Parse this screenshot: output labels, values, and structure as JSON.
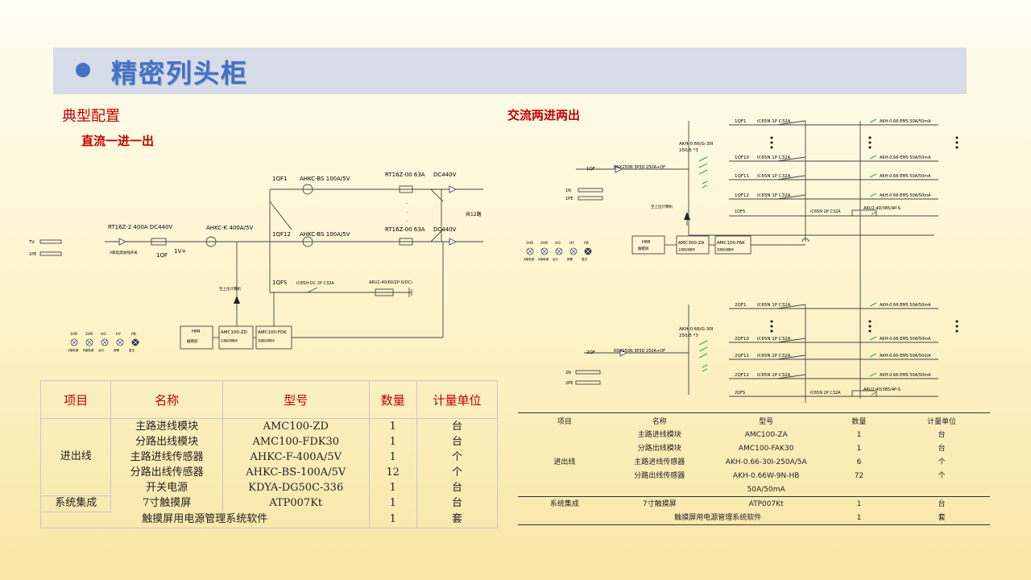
{
  "header": {
    "title": "精密列头柜"
  },
  "sections": {
    "typical_config": "典型配置",
    "dc_title": "直流一进一出",
    "ac_title": "交流两进两出"
  },
  "dc_diagram": {
    "labels": {
      "bus_tv": "TV-",
      "bus_pe": "1PE",
      "main_fuse": "RT16Z-2 400A DC440V",
      "main_fuse_note": "A路电源进线开关",
      "qf": "1QF",
      "v_plus": "1V+",
      "main_sensor": "AHKC-K 400A/5V",
      "qf1": "1QF1",
      "qf1_sensor": "AHKC-BS 100A/5V",
      "qf1_fuse": "RT16Z-00 63A",
      "qf1_dc": "DC440V",
      "qf12": "1QF12",
      "qf12_sensor": "AHKC-BS 100A/5V",
      "qf12_fuse": "RT16Z-00 63A",
      "qf12_dc": "DC440V",
      "branch_count": "共12路",
      "qfs": "1QFS",
      "qfs_breaker": "iC65H-DC 2P C32A",
      "spd": "ARU2-40/60/2P-S(DC)",
      "upper": "至上位计算机",
      "hmi": "HMI",
      "hmi_sub": "触摸屏",
      "amc_zd": "AMC100-ZD",
      "amc_zd_sub": "主路检测模块",
      "amc_fdk": "AMC100-FDK",
      "amc_fdk_sub": "支路检测模块"
    },
    "lamps": {
      "codes": [
        "1HR",
        "2HR",
        "HG",
        "HY",
        "PB"
      ],
      "names": [
        "A路电源",
        "B路电源",
        "运行",
        "报警",
        "复位"
      ]
    }
  },
  "ac_diagram": {
    "labels": {
      "top_sensor": "AKH-0.66/G-30I",
      "top_ratio": "250/5 *3",
      "qf1": "1QF",
      "qf1_breaker": "NSX250N 3P3D 250A+OF",
      "n1": "1N",
      "pe1": "1PE",
      "upper": "至上位计算机",
      "hmi": "HMI",
      "hmi_sub": "触摸屏",
      "amc_za": "AMC300-ZA",
      "amc_za_sub": "主路检测模块",
      "amc_fak": "AMC100-FAK",
      "amc_fak_sub": "支路检测模块",
      "bot_sensor": "AKH-0.66/G-30I",
      "bot_ratio": "250/5 *3",
      "qf2": "2QF",
      "qf2_breaker": "NSX250N 3P3D 250A+OF",
      "n2": "2N",
      "pe2": "2PE",
      "qfs1": "1QFS",
      "qfs1_breaker": "iC65N 2P C32A",
      "spd1": "ARU2-40/385/4P-S",
      "qfs2": "2QFS",
      "qfs2_breaker": "iC65N 2P C32A",
      "spd2": "ARU2-40/385/4P-S"
    },
    "top_branches": [
      {
        "name": "1QF1",
        "breaker": "iC65N 1P C32A",
        "sensor": "AKH-0.66-EMS 50A/50mA"
      },
      {
        "name": "1QF10",
        "breaker": "iC65N 1P C32A",
        "sensor": "AKH-0.66-EMS 50A/50mA"
      },
      {
        "name": "1QF11",
        "breaker": "iC65N 1P C32A",
        "sensor": "AKH-0.66-EMS 50A/50mA"
      },
      {
        "name": "1QF12",
        "breaker": "iC65N 1P C32A",
        "sensor": "AKH-0.66-EMS 50A/50mA"
      }
    ],
    "bottom_branches": [
      {
        "name": "2QF1",
        "breaker": "iC65N 1P C32A",
        "sensor": "AKH-0.66-EMS 50A/50mA"
      },
      {
        "name": "2QF10",
        "breaker": "iC65N 1P C32A",
        "sensor": "AKH-0.66-EMS 50A/50mA"
      },
      {
        "name": "2QF11",
        "breaker": "iC65N 1P C32A",
        "sensor": "AKH-0.66-EMS 50A/50mA"
      },
      {
        "name": "2QF12",
        "breaker": "iC65N 1P C32A",
        "sensor": "AKH-0.66-EMS 50A/50mA"
      }
    ],
    "lamps": {
      "codes": [
        "1HR",
        "2HR",
        "HG",
        "HY",
        "PB"
      ],
      "names": [
        "A路电源",
        "B路电源",
        "运行",
        "报警",
        "复位"
      ]
    }
  },
  "dc_table": {
    "headers": [
      "项目",
      "名称",
      "型号",
      "数量",
      "计量单位"
    ],
    "group1": "进出线",
    "group2": "系统集成",
    "rows": [
      {
        "name": "主路进线模块",
        "model": "AMC100-ZD",
        "qty": "1",
        "unit": "台"
      },
      {
        "name": "分路出线模块",
        "model": "AMC100-FDK30",
        "qty": "1",
        "unit": "台"
      },
      {
        "name": "主路进线传感器",
        "model": "AHKC-F-400A/5V",
        "qty": "1",
        "unit": "个"
      },
      {
        "name": "分路出线传感器",
        "model": "AHKC-BS-100A/5V",
        "qty": "12",
        "unit": "个"
      },
      {
        "name": "开关电源",
        "model": "KDYA-DG50C-336",
        "qty": "1",
        "unit": "台"
      },
      {
        "name": "7寸触摸屏",
        "model": "ATP007Kt",
        "qty": "1",
        "unit": "台"
      }
    ],
    "software": {
      "name": "触摸屏用电源管理系统软件",
      "qty": "1",
      "unit": "套"
    }
  },
  "ac_table": {
    "headers": [
      "项目",
      "名称",
      "型号",
      "数量",
      "计量单位"
    ],
    "group1": "进出线",
    "group2": "系统集成",
    "rows": [
      {
        "name": "主路进线模块",
        "model": "AMC100-ZA",
        "qty": "1",
        "unit": "台"
      },
      {
        "name": "分路出线模块",
        "model": "AMC100-FAK30",
        "qty": "1",
        "unit": "台"
      },
      {
        "name": "主路进线传感器",
        "model": "AKH-0.66-30I-250A/5A",
        "qty": "6",
        "unit": "个"
      },
      {
        "name": "分路出线传感器",
        "model": "AKH-0.66W-9N-HB",
        "qty": "72",
        "unit": "个"
      },
      {
        "name": "",
        "model": "50A/50mA",
        "qty": "",
        "unit": ""
      },
      {
        "name": "7寸触摸屏",
        "model": "ATP007Kt",
        "qty": "1",
        "unit": "台"
      }
    ],
    "software": {
      "name": "触摸屏用电源管理系统软件",
      "qty": "1",
      "unit": "套"
    }
  },
  "colors": {
    "accent": "#4472c4",
    "section_red": "#c00000",
    "switch_green": "#2ea84a"
  }
}
